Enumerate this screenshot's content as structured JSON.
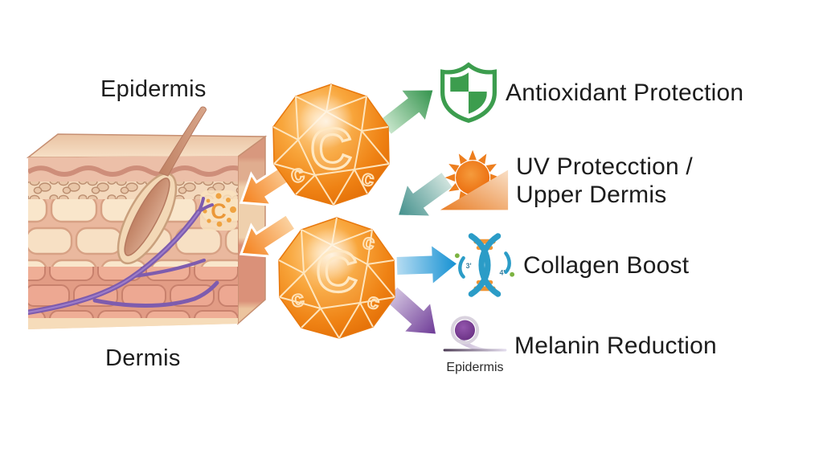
{
  "skin_diagram": {
    "epidermis_label": "Epidermis",
    "dermis_label": "Dermis",
    "embedded_c": "C"
  },
  "molecules": {
    "big_letter": "C",
    "small_letter": "c"
  },
  "benefits": [
    {
      "id": "antioxidant",
      "icon": "shield-check-icon",
      "label": "Antioxidant Protection",
      "icon_color": "#3c9d4e",
      "arrow_color": "#2f9149"
    },
    {
      "id": "uv-protection",
      "icon": "sun-slope-icon",
      "label": "UV Protecction /",
      "label_line2": "Upper Dermis",
      "icon_color": "#ed7e1e",
      "arrow_color": "#3f8e8a"
    },
    {
      "id": "collagen",
      "icon": "dna-icon",
      "label": "Collagen Boost",
      "icon_color": "#2b9cc7",
      "arrow_color": "#118fd2",
      "icon_marks": [
        "3'",
        "4'"
      ]
    },
    {
      "id": "melanin",
      "icon": "melanin-sphere-icon",
      "label": "Melanin Reduction",
      "caption": "Epidermis",
      "icon_color": "#7a3e95",
      "arrow_color": "#6b3795"
    }
  ],
  "colors": {
    "background": "#ffffff",
    "molecule_orange": "#ef8214",
    "arrow_orange": "#f47c15",
    "skin_pink": "#efae96",
    "vessel_purple": "#7e5cae",
    "text": "#1c1c1c"
  }
}
